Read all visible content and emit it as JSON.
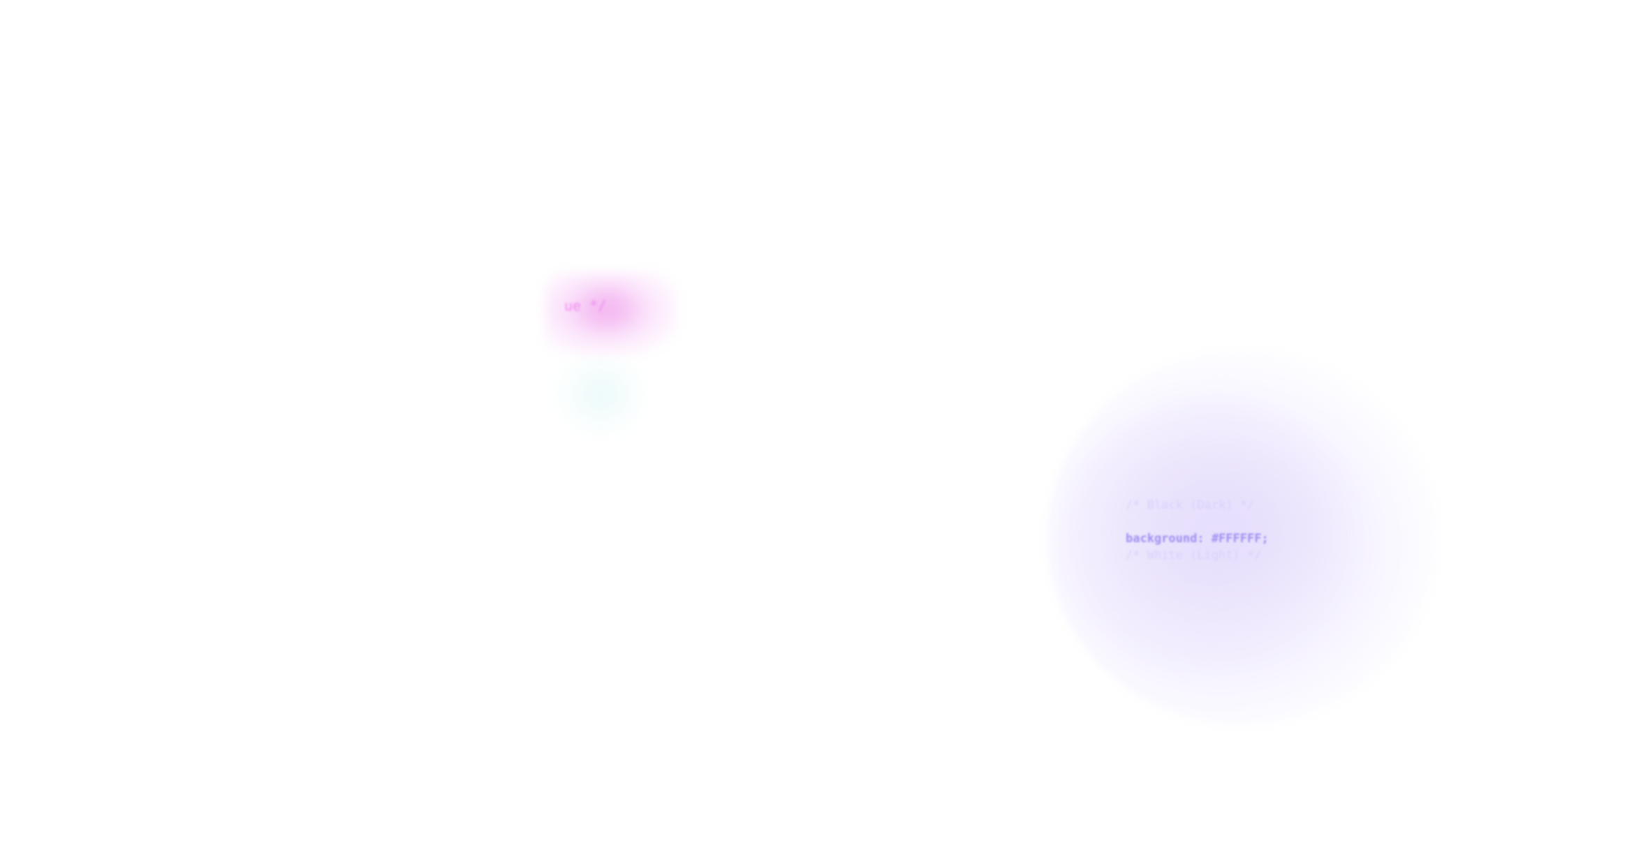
{
  "header": {
    "title": "",
    "subnav": [
      "",
      ""
    ]
  },
  "left_card": {
    "title": "",
    "tag": "ue */",
    "description": "",
    "footer": ""
  },
  "code_card": {
    "line1": "/* Black (Dark) */",
    "line2": "",
    "line3": "background: #FFFFFF;",
    "line4": "/* White (Light) */",
    "foot_left": "",
    "foot_right": ""
  },
  "colors": {
    "background": "#ffffff",
    "pink_accent": "#f08cf0",
    "lavender_accent": "#b3a7ee"
  }
}
